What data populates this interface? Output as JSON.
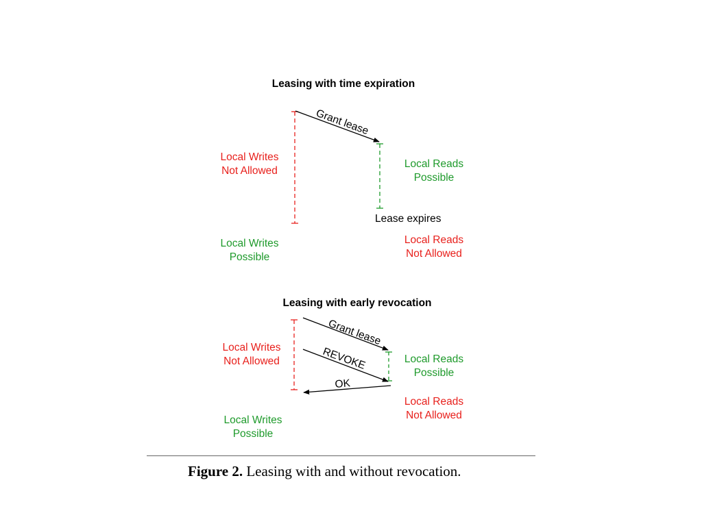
{
  "colors": {
    "red": "#e8201c",
    "green": "#1e9a2b",
    "black": "#000000"
  },
  "diagram1": {
    "title": "Leasing with time expiration",
    "arrow_grant": "Grant lease",
    "writes_not_allowed": [
      "Local Writes",
      "Not Allowed"
    ],
    "reads_possible": [
      "Local Reads",
      "Possible"
    ],
    "lease_expires": "Lease expires",
    "writes_possible": [
      "Local Writes",
      "Possible"
    ],
    "reads_not_allowed": [
      "Local Reads",
      "Not Allowed"
    ]
  },
  "diagram2": {
    "title": "Leasing with early revocation",
    "arrow_grant": "Grant lease",
    "arrow_revoke": "REVOKE",
    "arrow_ok": "OK",
    "writes_not_allowed": [
      "Local Writes",
      "Not Allowed"
    ],
    "reads_possible": [
      "Local Reads",
      "Possible"
    ],
    "reads_not_allowed": [
      "Local Reads",
      "Not Allowed"
    ],
    "writes_possible": [
      "Local Writes",
      "Possible"
    ]
  },
  "caption": {
    "label": "Figure 2.",
    "text": "Leasing with and without revocation."
  }
}
